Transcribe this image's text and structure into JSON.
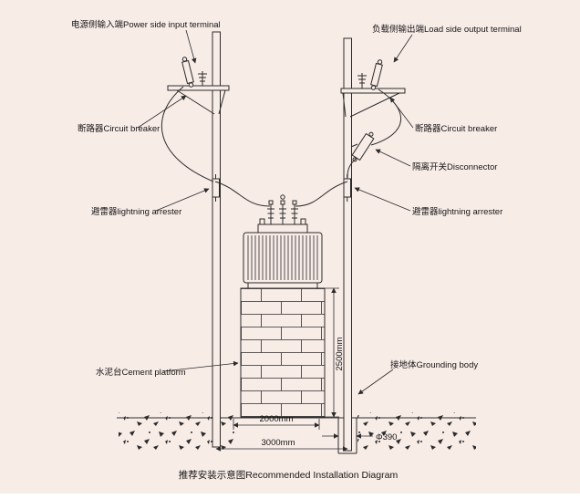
{
  "page": {
    "background_color": "#f8ece7",
    "line_color": "#2b2b2b",
    "caption": "推荐安装示意图Recommended Installation Diagram"
  },
  "labels": {
    "power_side_input": "电源侧输入端Power side input terminal",
    "load_side_output": "负载侧输出端Load side output terminal",
    "circuit_breaker_left": "断路器Circuit breaker",
    "circuit_breaker_right": "断路器Circuit breaker",
    "disconnector": "隔离开关Disconnector",
    "lightning_arrester_left": "避雷器lightning arrester",
    "lightning_arrester_right": "避雷器lightning arrester",
    "cement_platform": "水泥台Cement platform",
    "grounding_body": "接地体Grounding body"
  },
  "dimensions": {
    "platform_height": "2500mm",
    "inner_span": "2000mm",
    "outer_span": "3000mm",
    "bore_diameter": "Φ390"
  }
}
